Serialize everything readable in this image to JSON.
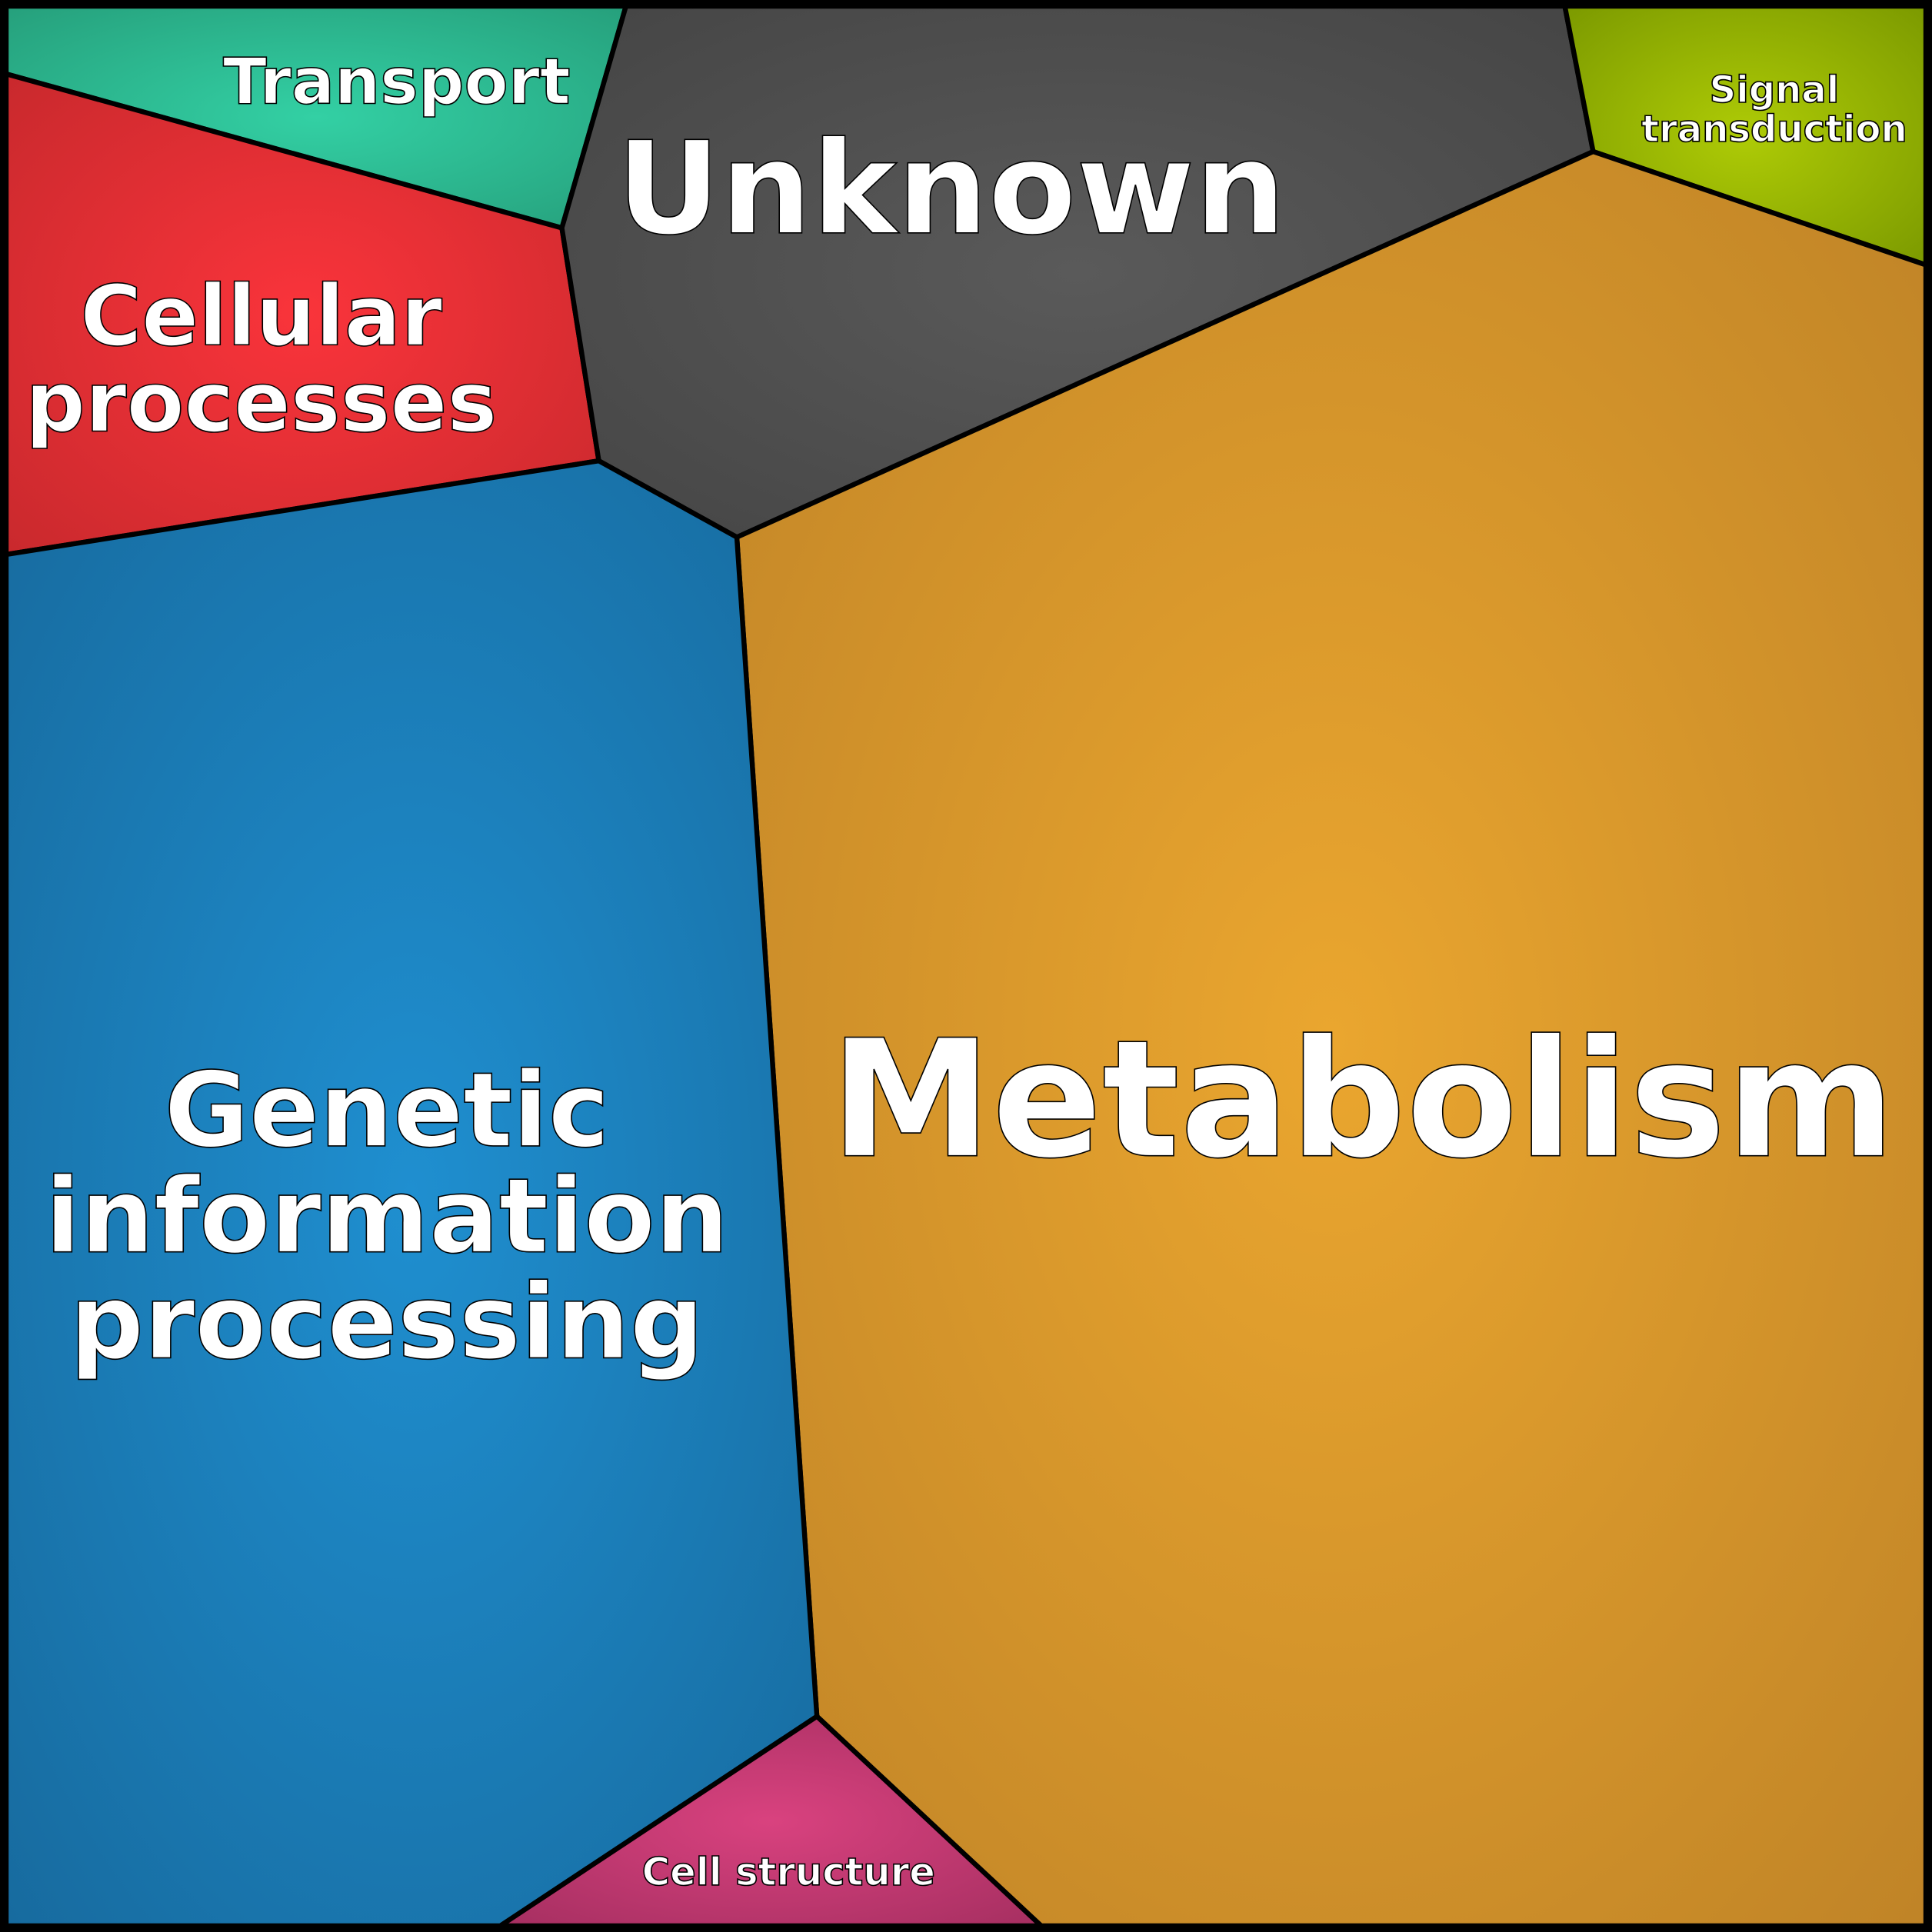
{
  "title": "Voronoi treemap of functional categories",
  "cells": {
    "transport": {
      "label": "Transport",
      "color_center": "#33d0a4",
      "color_edge": "#26a07c"
    },
    "cellular": {
      "label_lines": [
        "Cellular",
        "processes"
      ],
      "color_center": "#fa343b",
      "color_edge": "#c9292d"
    },
    "unknown": {
      "label": "Unknown",
      "color_center": "#5a5a5a",
      "color_edge": "#454545"
    },
    "signal": {
      "label_lines": [
        "Signal",
        "transduction"
      ],
      "color_center": "#aecb06",
      "color_edge": "#7c9a00"
    },
    "metabolism": {
      "label": "Metabolism",
      "color_center": "#eaa62f",
      "color_edge": "#c08427"
    },
    "genetic": {
      "label_lines": [
        "Genetic",
        "information",
        "processing"
      ],
      "color_center": "#1f8fd0",
      "color_edge": "#176b9f"
    },
    "cell_structure": {
      "label": "Cell structure",
      "color_center": "#d9427f",
      "color_edge": "#a62f61"
    }
  }
}
